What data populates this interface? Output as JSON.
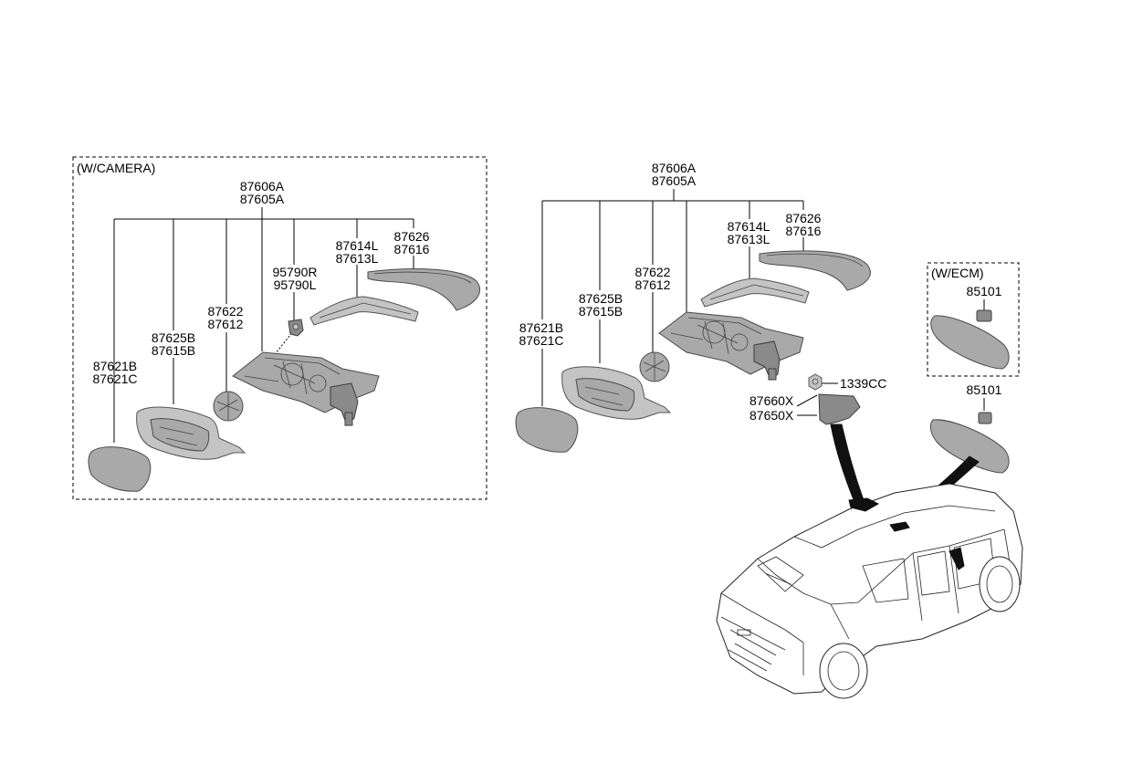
{
  "camera_group": {
    "title": "(W/CAMERA)",
    "assembly": [
      "87606A",
      "87605A"
    ],
    "cover": [
      "87626",
      "87616"
    ],
    "side_lamp": [
      "87614L",
      "87613L"
    ],
    "camera": [
      "95790R",
      "95790L"
    ],
    "actuator": [
      "87622",
      "87612"
    ],
    "housing": [
      "87625B",
      "87615B"
    ],
    "glass": [
      "87621B",
      "87621C"
    ]
  },
  "standard_group": {
    "assembly": [
      "87606A",
      "87605A"
    ],
    "cover": [
      "87626",
      "87616"
    ],
    "side_lamp": [
      "87614L",
      "87613L"
    ],
    "actuator": [
      "87622",
      "87612"
    ],
    "housing": [
      "87625B",
      "87615B"
    ],
    "glass": [
      "87621B",
      "87621C"
    ],
    "nut": "1339CC",
    "base_cover": [
      "87660X",
      "87650X"
    ]
  },
  "ecm_group": {
    "title": "(W/ECM)",
    "inside_mirror": "85101"
  },
  "inside_mirror": "85101"
}
